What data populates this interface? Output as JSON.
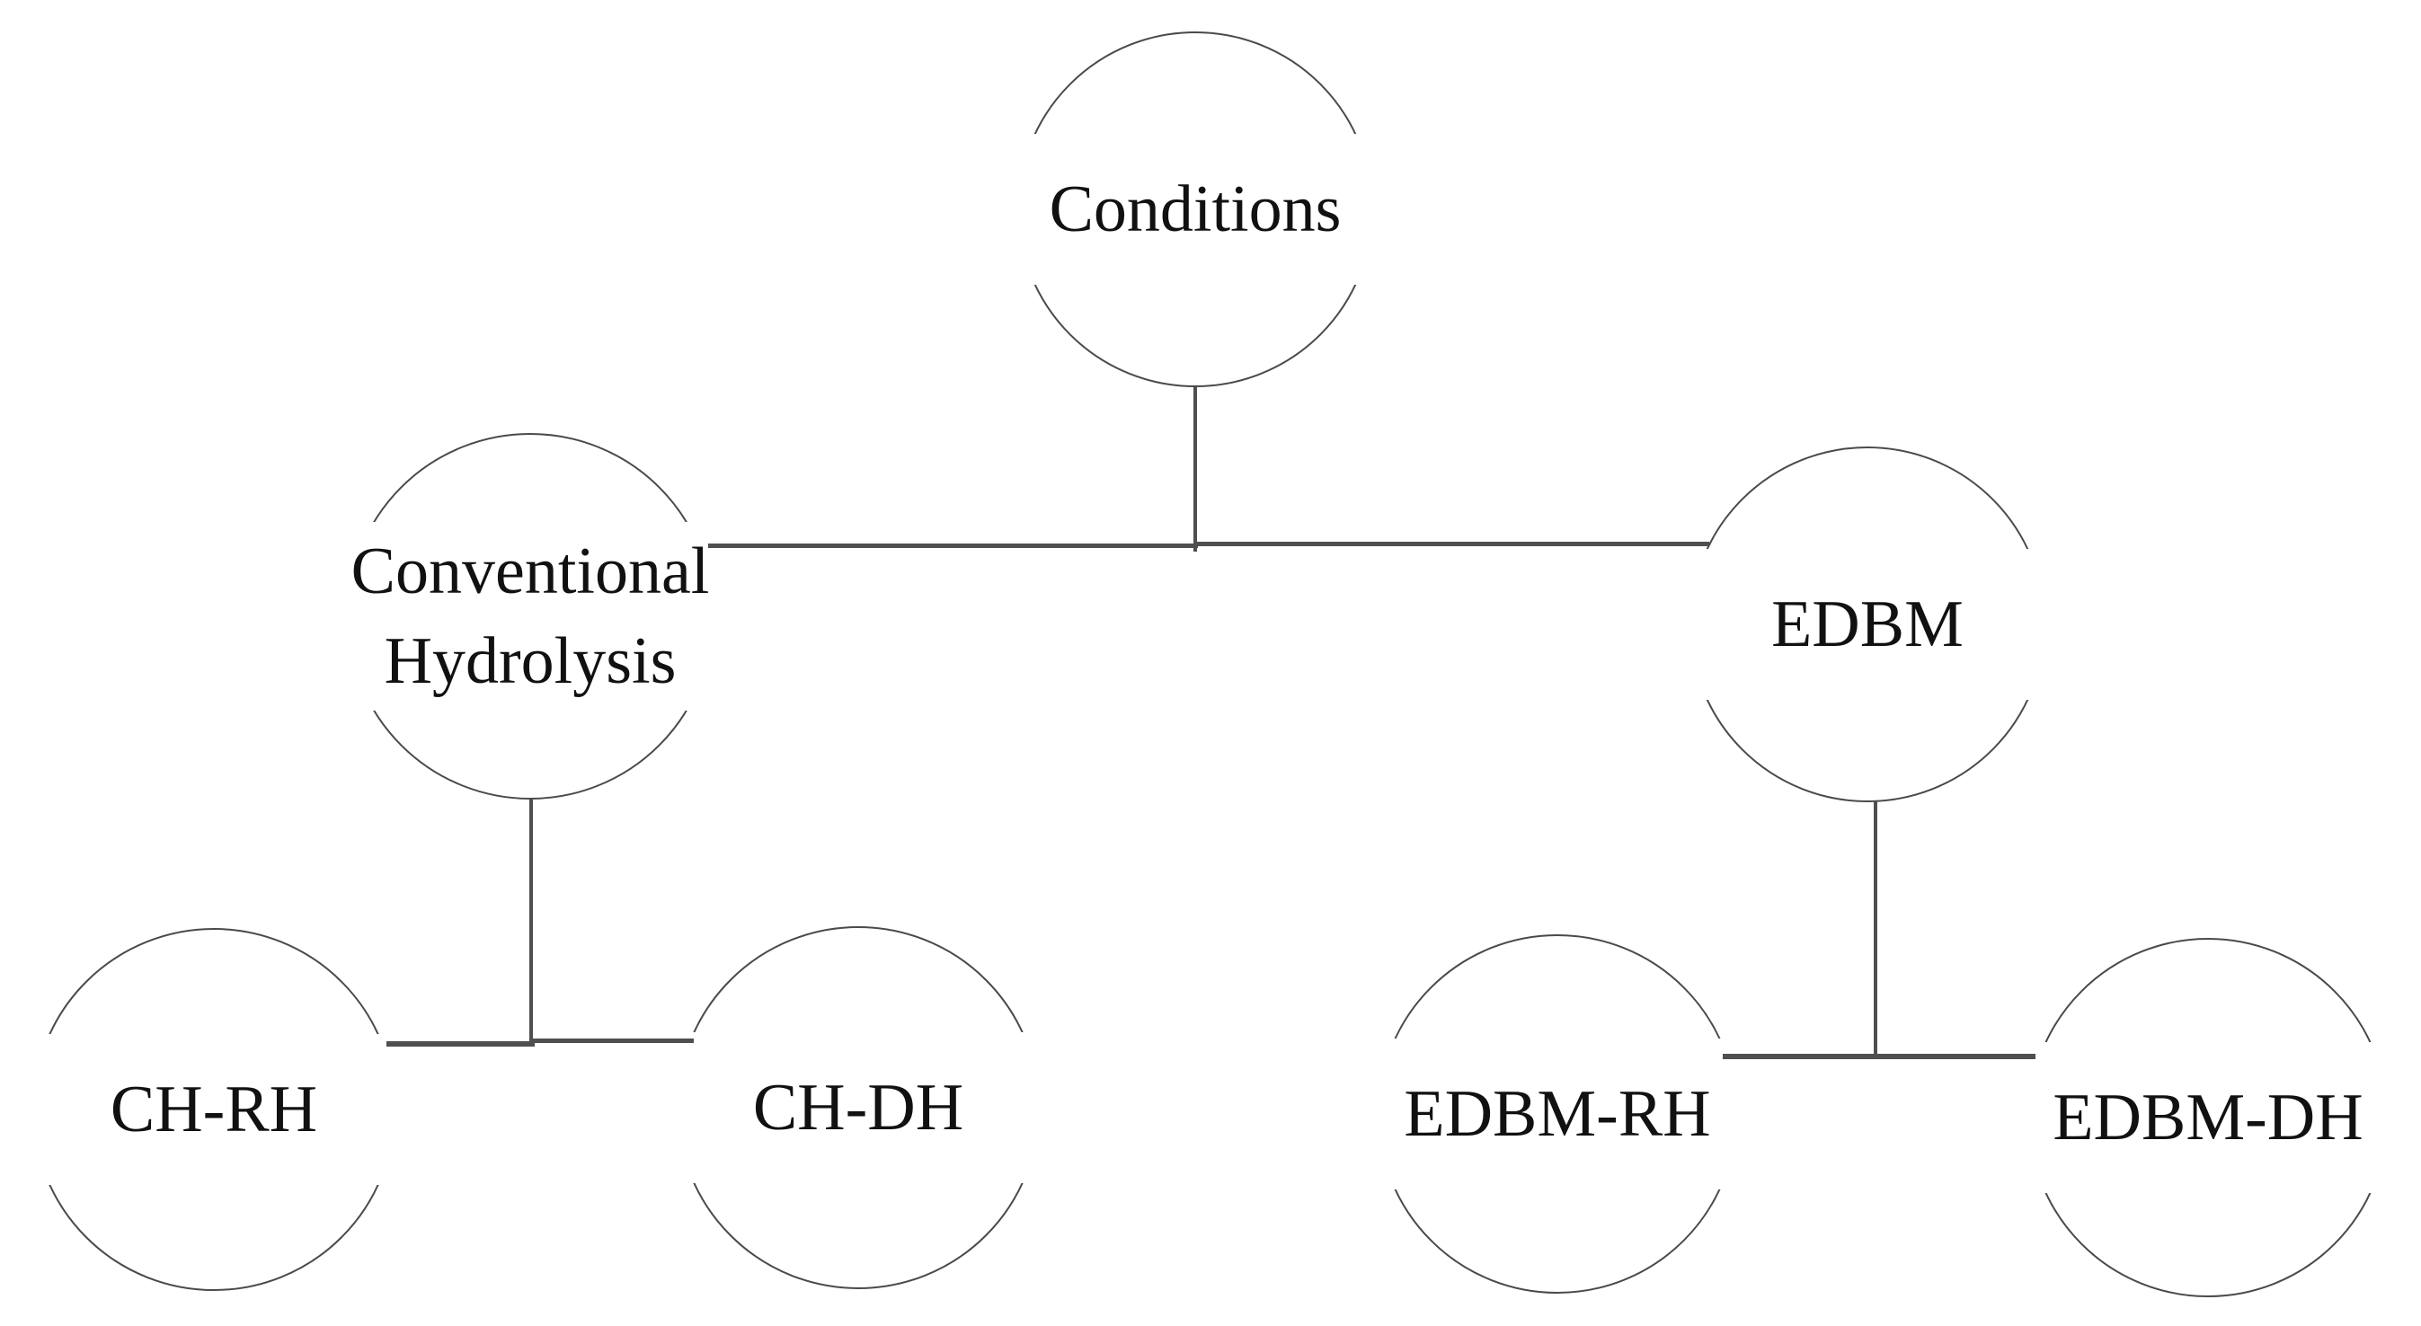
{
  "diagram": {
    "type": "hierarchy-tree",
    "background_color": "#ffffff",
    "stroke_color": "#4a4a4a",
    "text_color": "#111111",
    "nodes": [
      {
        "id": "conditions",
        "label": "Conditions",
        "level": 0
      },
      {
        "id": "conventional-hydrolysis",
        "label": "Conventional Hydrolysis",
        "lines": [
          "Conventional",
          "Hydrolysis"
        ],
        "level": 1
      },
      {
        "id": "edbm",
        "label": "EDBM",
        "level": 1
      },
      {
        "id": "ch-rh",
        "label": "CH-RH",
        "level": 2
      },
      {
        "id": "ch-dh",
        "label": "CH-DH",
        "level": 2
      },
      {
        "id": "edbm-rh",
        "label": "EDBM-RH",
        "level": 2
      },
      {
        "id": "edbm-dh",
        "label": "EDBM-DH",
        "level": 2
      }
    ],
    "edges": [
      {
        "from": "Conditions",
        "to": "Conventional Hydrolysis"
      },
      {
        "from": "Conditions",
        "to": "EDBM"
      },
      {
        "from": "Conventional Hydrolysis",
        "to": "CH-RH"
      },
      {
        "from": "Conventional Hydrolysis",
        "to": "CH-DH"
      },
      {
        "from": "EDBM",
        "to": "EDBM-RH"
      },
      {
        "from": "EDBM",
        "to": "EDBM-DH"
      }
    ]
  }
}
